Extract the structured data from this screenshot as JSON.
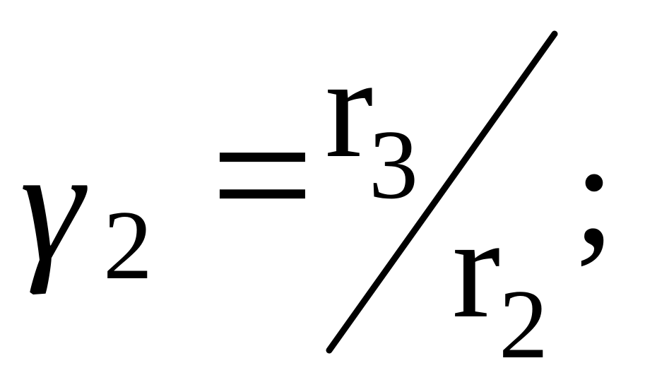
{
  "formula": {
    "lhs": {
      "symbol": "γ",
      "subscript": "2"
    },
    "operator": "=",
    "rhs": {
      "numerator": {
        "base": "r",
        "subscript": "3"
      },
      "denominator": {
        "base": "r",
        "subscript": "2"
      }
    },
    "terminator": ";"
  },
  "colors": {
    "ink": "#000000",
    "background": "#ffffff"
  }
}
